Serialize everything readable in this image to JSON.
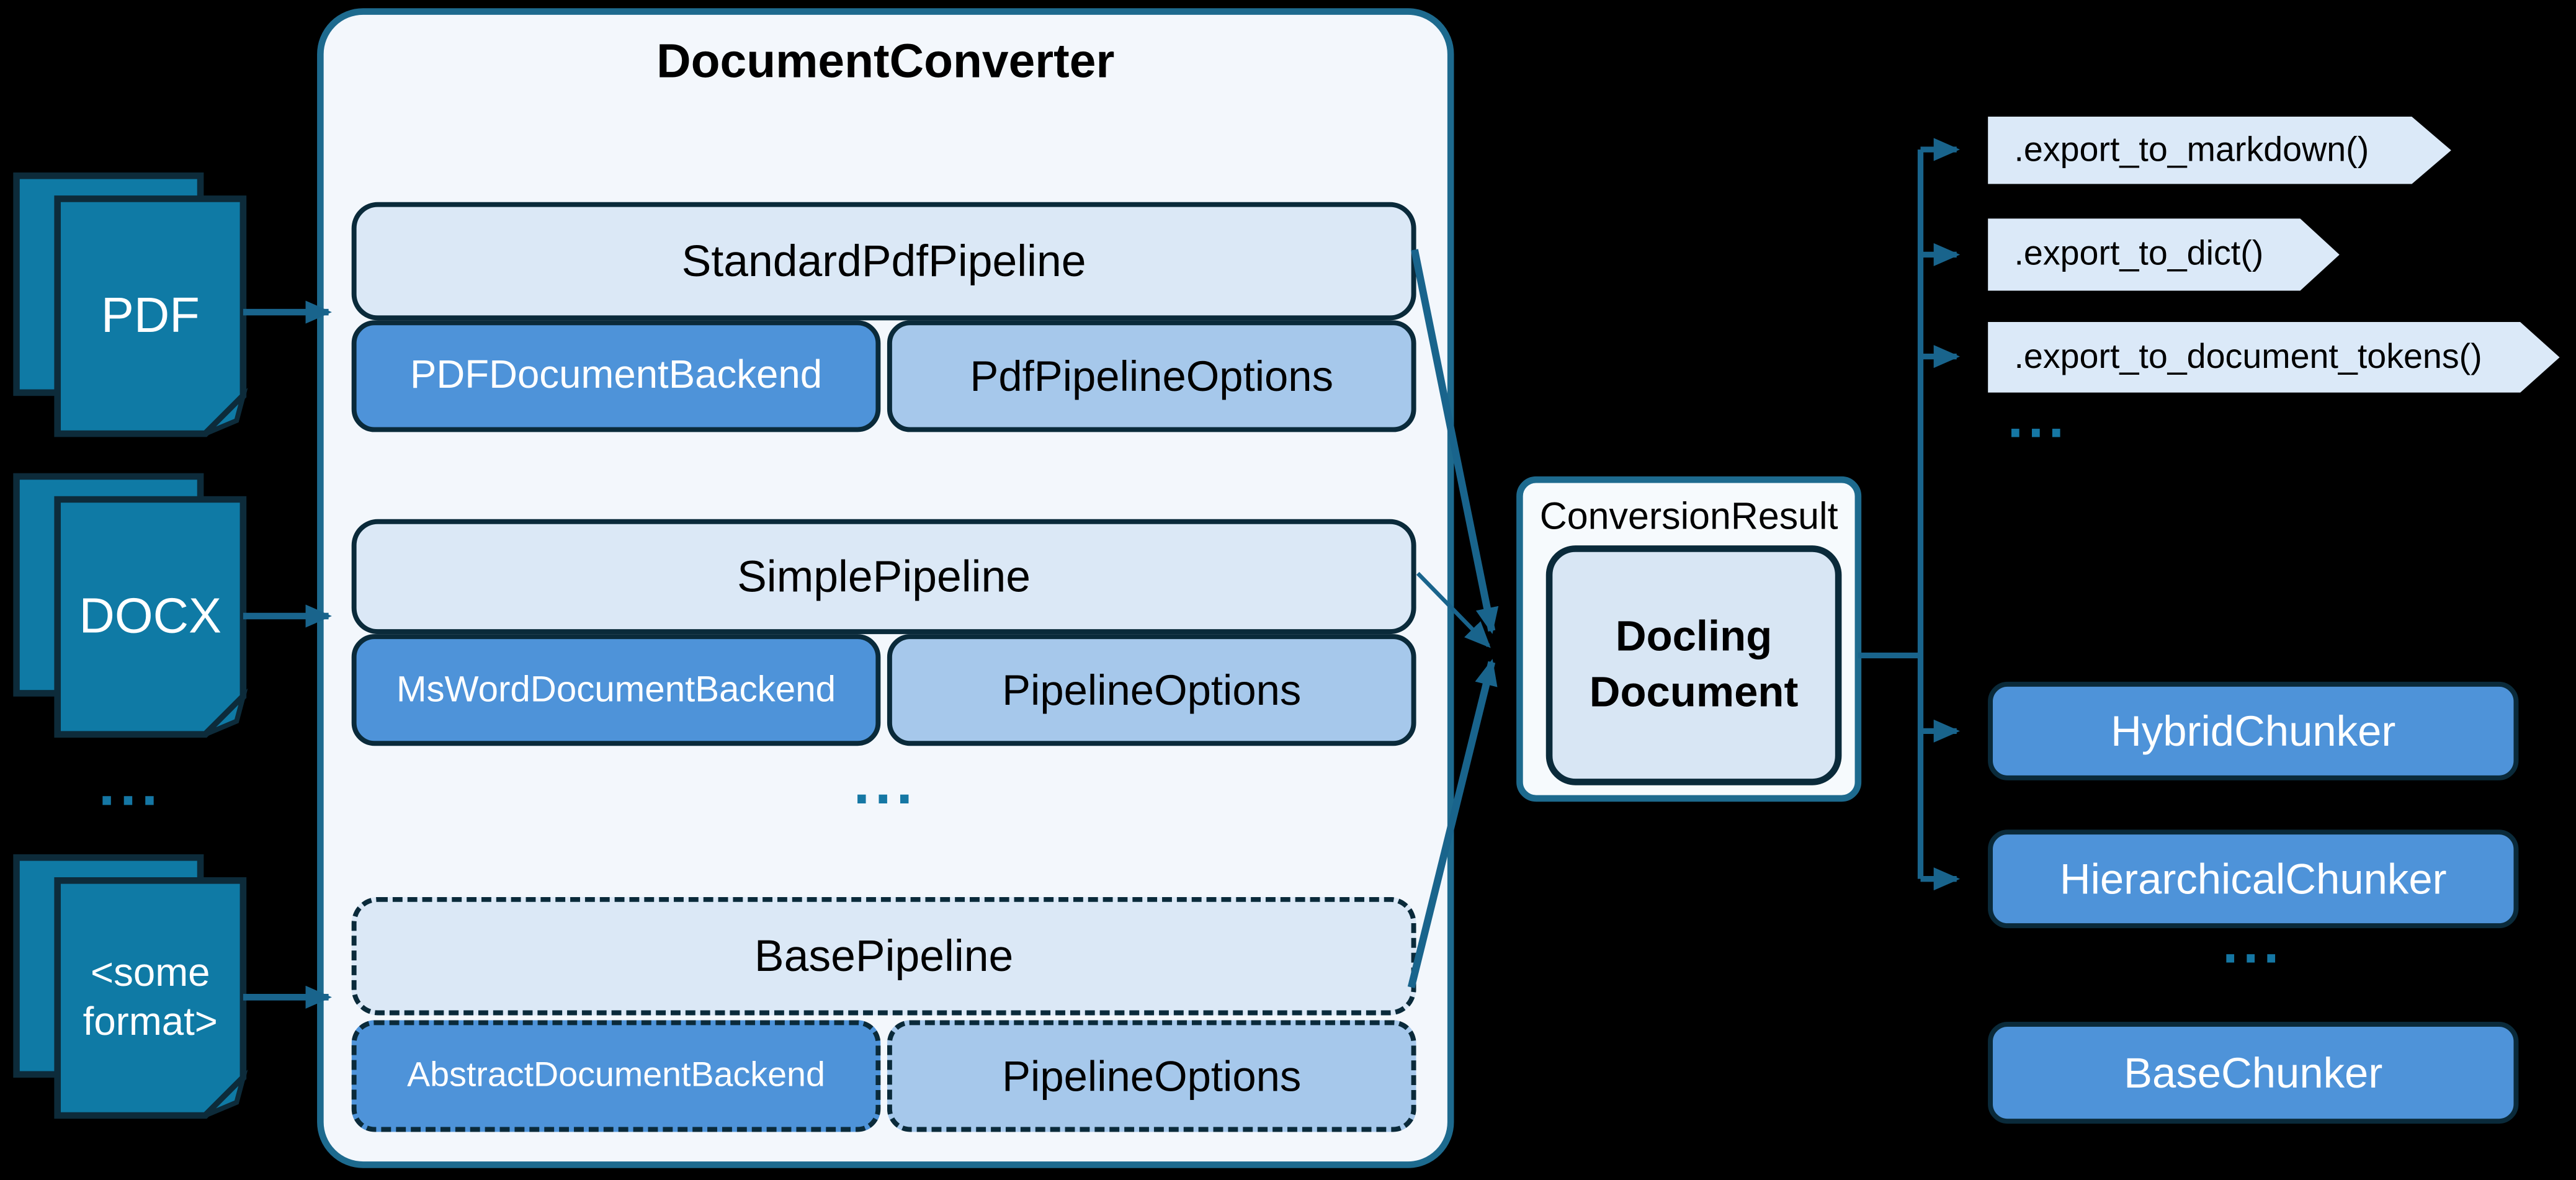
{
  "ellipsis": "...",
  "converter": {
    "title": "DocumentConverter",
    "pipelines": [
      {
        "name": "StandardPdfPipeline",
        "backend": "PDFDocumentBackend",
        "options": "PdfPipelineOptions"
      },
      {
        "name": "SimplePipeline",
        "backend": "MsWordDocumentBackend",
        "options": "PipelineOptions"
      },
      {
        "name": "BasePipeline",
        "backend": "AbstractDocumentBackend",
        "options": "PipelineOptions"
      }
    ]
  },
  "inputs": [
    {
      "label": "PDF"
    },
    {
      "label": "DOCX"
    },
    {
      "label": "<some format>"
    }
  ],
  "result": {
    "label": "ConversionResult",
    "document": "Docling Document"
  },
  "exports": [
    ".export_to_markdown()",
    ".export_to_dict()",
    ".export_to_document_tokens()"
  ],
  "chunkers": [
    {
      "name": "HybridChunker"
    },
    {
      "name": "HierarchicalChunker"
    },
    {
      "name": "BaseChunker"
    }
  ],
  "colors": {
    "background": "#000000",
    "accent_teal": "#19648c",
    "panel_border_teal": "#1d6a8e",
    "dark_border": "#0a2a3a",
    "document_fill": "#0f7aa5",
    "pipeline_fill": "#dbe8f6",
    "backend_fill": "#4e93d9",
    "options_fill": "#a6c8eb",
    "panel_fill": "#f3f7fc",
    "chevron_fill": "#dbe9f8"
  }
}
